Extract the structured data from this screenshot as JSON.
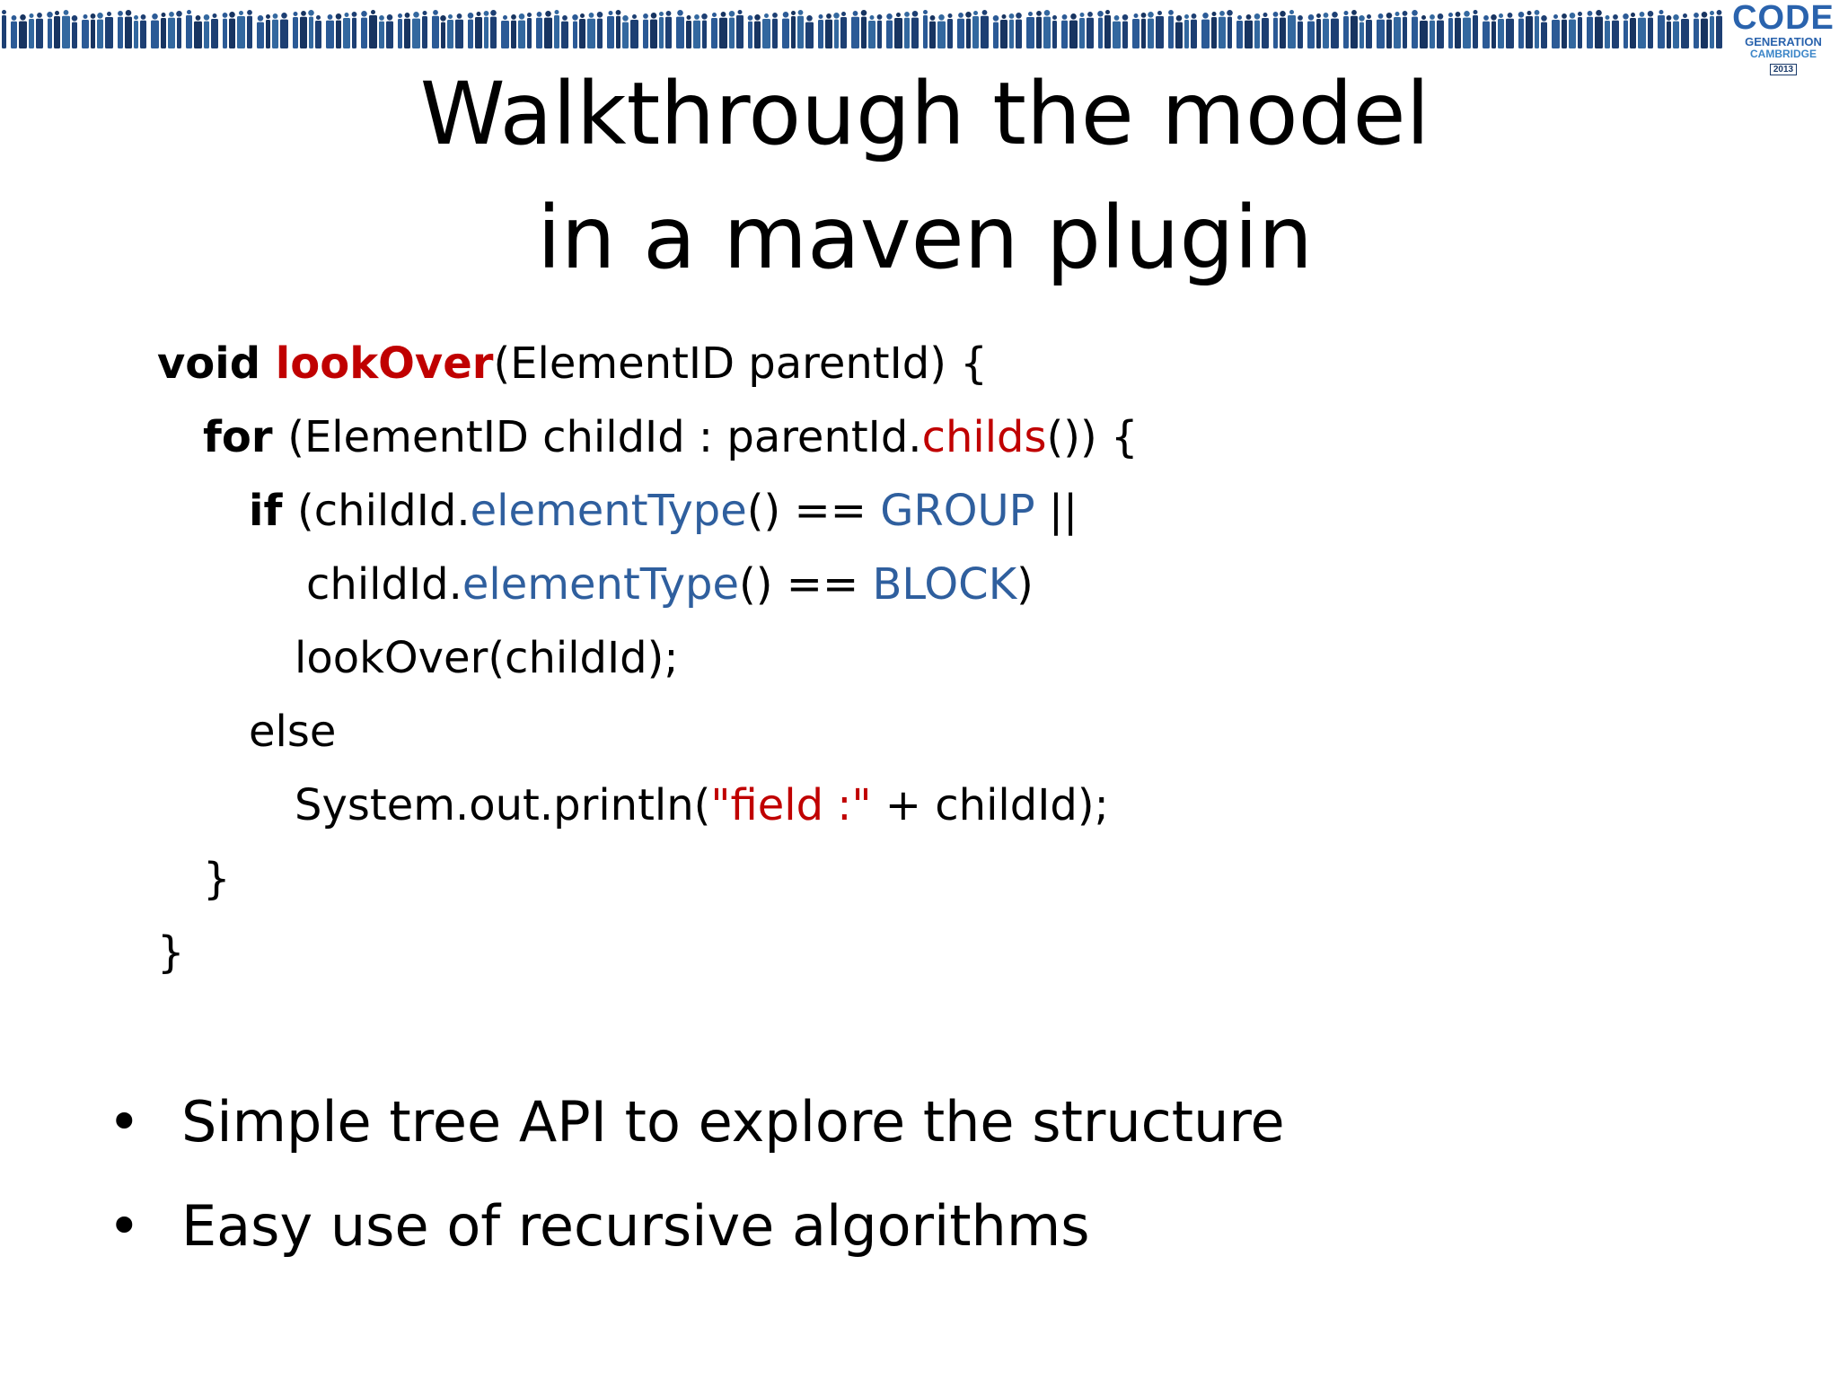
{
  "slide": {
    "title_line1": "Walkthrough the model",
    "title_line2": "in a maven plugin"
  },
  "logo": {
    "line1": "CODE",
    "line2": "GENERATION",
    "line3": "CAMBRIDGE",
    "line4": "2013"
  },
  "code": {
    "l1_kw": "void ",
    "l1_method": "lookOver",
    "l1_rest": "(ElementID parentId) {",
    "l2_kw": "for ",
    "l2_a": "(ElementID childId : parentId.",
    "l2_method": "childs",
    "l2_b": "()) {",
    "l3_kw": "if ",
    "l3_a": "(childId.",
    "l3_method": "elementType",
    "l3_b": "() == ",
    "l3_const": "GROUP",
    "l3_c": " ||",
    "l4_a": "childId.",
    "l4_method": "elementType",
    "l4_b": "() == ",
    "l4_const": "BLOCK",
    "l4_c": ")",
    "l5": "lookOver(childId);",
    "l6": "else",
    "l7_a": "System.out.println(",
    "l7_str": "\"field :\"",
    "l7_b": " + childId);",
    "l8": "}",
    "l9": "}"
  },
  "bullets": [
    {
      "marker": "•",
      "text": "Simple tree API to explore the structure"
    },
    {
      "marker": "•",
      "text": "Easy use of recursive algorithms"
    }
  ],
  "colors": {
    "method_red": "#c00000",
    "constant_blue": "#2f5f9e",
    "logo_blue": "#2a63ad"
  }
}
